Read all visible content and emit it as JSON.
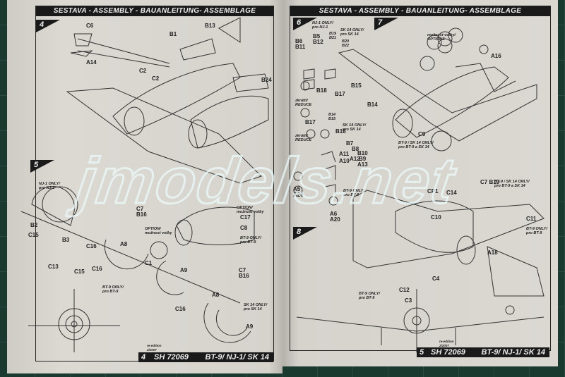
{
  "header": "SESTAVA - ASSEMBLY - BAUANLEITUNG- ASSEMBLAGE",
  "left_page": {
    "steps": [
      "4",
      "5"
    ],
    "labels": [
      "C6",
      "B1",
      "B13",
      "A14",
      "C2",
      "C2",
      "B24",
      "NJ-1 ONLY/\npro NJ-1",
      "B2",
      "C15",
      "B3",
      "C13",
      "C16",
      "C16",
      "C15",
      "C7\nB16",
      "OPTION/\nmožnost volby",
      "A8",
      "C1",
      "A9",
      "C16",
      "A8",
      "BT-9 ONLY/\npro BT-9",
      "OPTION/\nmožnost volby",
      "C17",
      "C8",
      "BT-9 ONLY/\npro BT-9",
      "C7\nB16",
      "SK 14 ONLY/\npro SK 14",
      "A9"
    ],
    "reedition": "re-edition\n2/2007",
    "footer": {
      "page": "4",
      "code": "SH 72069",
      "title": "BT-9/ NJ-1/ SK 14"
    }
  },
  "right_page": {
    "steps": [
      "6",
      "7",
      "8"
    ],
    "labels": [
      "NJ-1 ONLY/\npro NJ-1",
      "B5\nB12",
      "B6\nB11",
      "B19\nB21",
      "SK 14 ONLY/\npro SK 14",
      "B20\nB22",
      "možnost volby/\nOPTIONS",
      "A16",
      "B15",
      "B18",
      "B17",
      "B14",
      "B14\nB15",
      "zkrátit/\nREDUCE",
      "B17",
      "zkrátit/\nREDUCE",
      "B18",
      "SK 14 ONLY/\npro SK 14",
      "B7",
      "B8",
      "B10",
      "A11",
      "A10",
      "A12",
      "B9",
      "A13",
      "C9",
      "BT-9 / SK 14 ONLY/\npro BT-9 a SK 14",
      "A5\nA20",
      "BT-9 ONLY/\npro BT-9",
      "A6\nA20",
      "CP1",
      "C14",
      "C7 B19",
      "BT-9 / SK 14 ONLY/\npro BT-9 a SK 14",
      "C10",
      "C11",
      "BT-9 ONLY/\npro BT-9",
      "A18",
      "C4",
      "BT-9 ONLY/\npro BT-9",
      "C12",
      "C3"
    ],
    "reedition": "re-edition\n2/2007",
    "footer": {
      "page": "5",
      "code": "SH 72069",
      "title": "BT-9/ NJ-1/ SK 14"
    }
  },
  "watermark": "jmodels.net"
}
